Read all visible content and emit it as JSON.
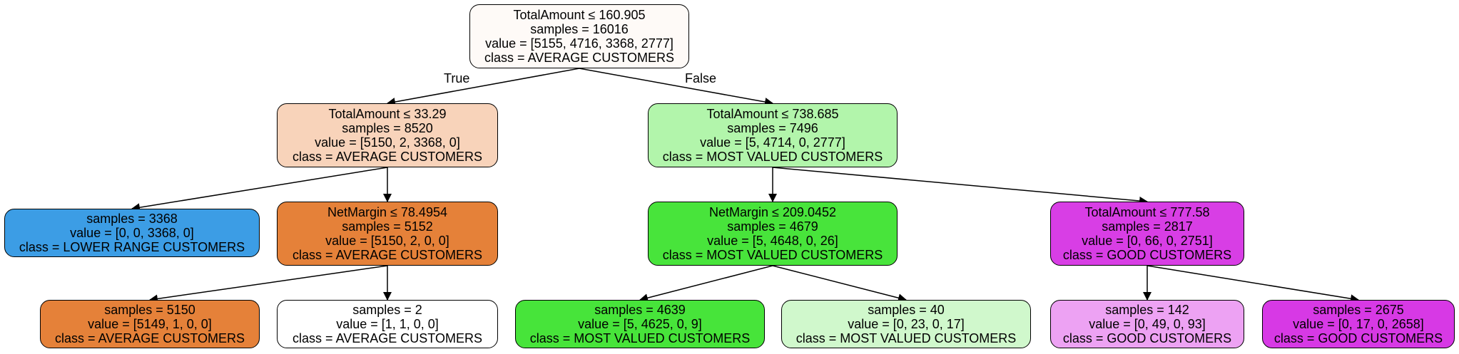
{
  "nodes": [
    {
      "id": "n0",
      "condition": "TotalAmount ≤ 160.905",
      "samples": "samples = 16016",
      "value": "value = [5155, 4716, 3368, 2777]",
      "class_label": "class = AVERAGE CUSTOMERS",
      "color": "#fefaf7"
    },
    {
      "id": "n1",
      "condition": "TotalAmount ≤ 33.29",
      "samples": "samples = 8520",
      "value": "value = [5150, 2, 3368, 0]",
      "class_label": "class = AVERAGE CUSTOMERS",
      "color": "#f8d3ba"
    },
    {
      "id": "n2",
      "samples": "samples = 3368",
      "value": "value = [0, 0, 3368, 0]",
      "class_label": "class = LOWER RANGE CUSTOMERS",
      "color": "#3c9de5"
    },
    {
      "id": "n3",
      "condition": "NetMargin ≤ 78.4954",
      "samples": "samples = 5152",
      "value": "value = [5150, 2, 0, 0]",
      "class_label": "class = AVERAGE CUSTOMERS",
      "color": "#e58139"
    },
    {
      "id": "n4",
      "samples": "samples = 5150",
      "value": "value = [5149, 1, 0, 0]",
      "class_label": "class = AVERAGE CUSTOMERS",
      "color": "#e58139"
    },
    {
      "id": "n5",
      "samples": "samples = 2",
      "value": "value = [1, 1, 0, 0]",
      "class_label": "class = AVERAGE CUSTOMERS",
      "color": "#ffffff"
    },
    {
      "id": "n6",
      "condition": "TotalAmount ≤ 738.685",
      "samples": "samples = 7496",
      "value": "value = [5, 4714, 0, 2777]",
      "class_label": "class = MOST VALUED CUSTOMERS",
      "color": "#b2f5ab"
    },
    {
      "id": "n7",
      "condition": "NetMargin ≤ 209.0452",
      "samples": "samples = 4679",
      "value": "value = [5, 4648, 0, 26]",
      "class_label": "class = MOST VALUED CUSTOMERS",
      "color": "#48e43b"
    },
    {
      "id": "n8",
      "samples": "samples = 4639",
      "value": "value = [5, 4625, 0, 9]",
      "class_label": "class = MOST VALUED CUSTOMERS",
      "color": "#47e43a"
    },
    {
      "id": "n9",
      "samples": "samples = 40",
      "value": "value = [0, 23, 0, 17]",
      "class_label": "class = MOST VALUED CUSTOMERS",
      "color": "#d0f8cc"
    },
    {
      "id": "n10",
      "condition": "TotalAmount ≤ 777.58",
      "samples": "samples = 2817",
      "value": "value = [0, 66, 0, 2751]",
      "class_label": "class = GOOD CUSTOMERS",
      "color": "#d83ee5"
    },
    {
      "id": "n11",
      "samples": "samples = 142",
      "value": "value = [0, 49, 0, 93]",
      "class_label": "class = GOOD CUSTOMERS",
      "color": "#eda2f3"
    },
    {
      "id": "n12",
      "samples": "samples = 2675",
      "value": "value = [0, 17, 0, 2658]",
      "class_label": "class = GOOD CUSTOMERS",
      "color": "#d739e5"
    }
  ],
  "edges": [
    {
      "from": "n0",
      "to": "n1"
    },
    {
      "from": "n0",
      "to": "n6"
    },
    {
      "from": "n1",
      "to": "n2"
    },
    {
      "from": "n1",
      "to": "n3"
    },
    {
      "from": "n3",
      "to": "n4"
    },
    {
      "from": "n3",
      "to": "n5"
    },
    {
      "from": "n6",
      "to": "n7"
    },
    {
      "from": "n6",
      "to": "n10"
    },
    {
      "from": "n7",
      "to": "n8"
    },
    {
      "from": "n7",
      "to": "n9"
    },
    {
      "from": "n10",
      "to": "n11"
    },
    {
      "from": "n10",
      "to": "n12"
    }
  ],
  "edge_labels": {
    "true_label": "True",
    "false_label": "False"
  }
}
